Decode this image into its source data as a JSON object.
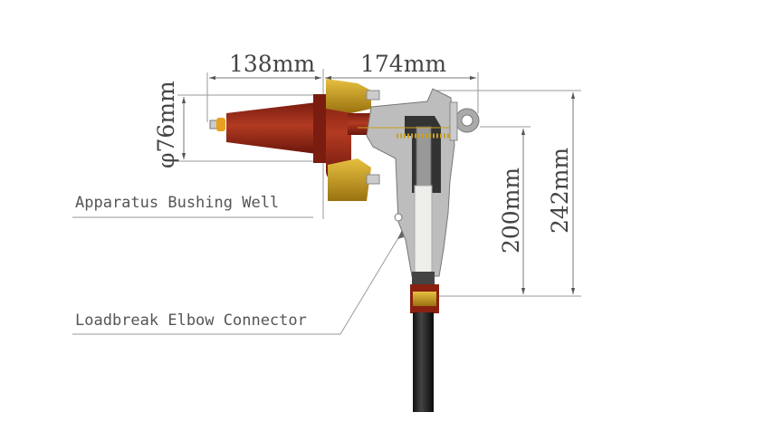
{
  "dimensions": {
    "bushing_length": "138mm",
    "elbow_width": "174mm",
    "bushing_diameter": "φ76mm",
    "probe_height": "200mm",
    "total_height": "242mm"
  },
  "labels": {
    "bushing": "Apparatus Bushing Well",
    "elbow": "Loadbreak Elbow Connector"
  },
  "colors": {
    "bushing_red": "#9a2a1a",
    "bracket_gold": "#c9a020",
    "housing_gray": "#b9b9b9",
    "cable_black": "#1a1a1a"
  }
}
